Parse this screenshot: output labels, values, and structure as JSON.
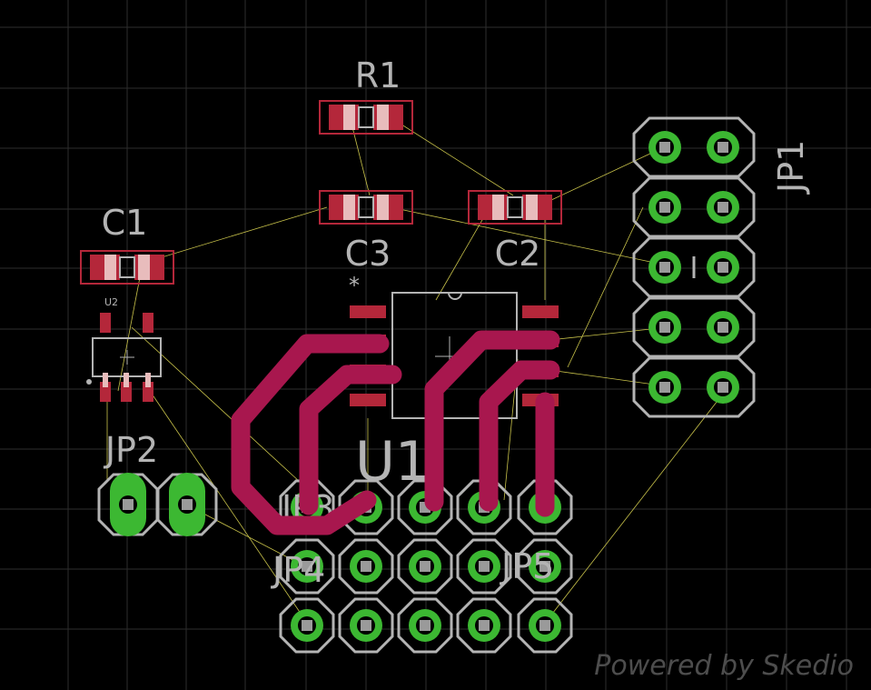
{
  "board": {
    "grid_visible": true,
    "colors": {
      "background": "#000000",
      "grid": "#2e2e2e",
      "silkscreen": "#b4b4b4",
      "copper_pad": "#3cb832",
      "drill": "#9a9a9a",
      "smd_pad": "#b4273a",
      "smd_pad_light": "#e8bcbc",
      "trace": "#a8174e",
      "airwire": "#c8c24a"
    }
  },
  "labels": {
    "r1": "R1",
    "c1": "C1",
    "c2": "C2",
    "c3": "C3",
    "u2": "U2",
    "jp1": "JP1",
    "jp2": "JP2",
    "jp3": "JP3",
    "jp4": "JP4",
    "jp5": "JP5",
    "u1": "U1",
    "pin1_marker": "*"
  },
  "watermark": "Powered by Skedio"
}
